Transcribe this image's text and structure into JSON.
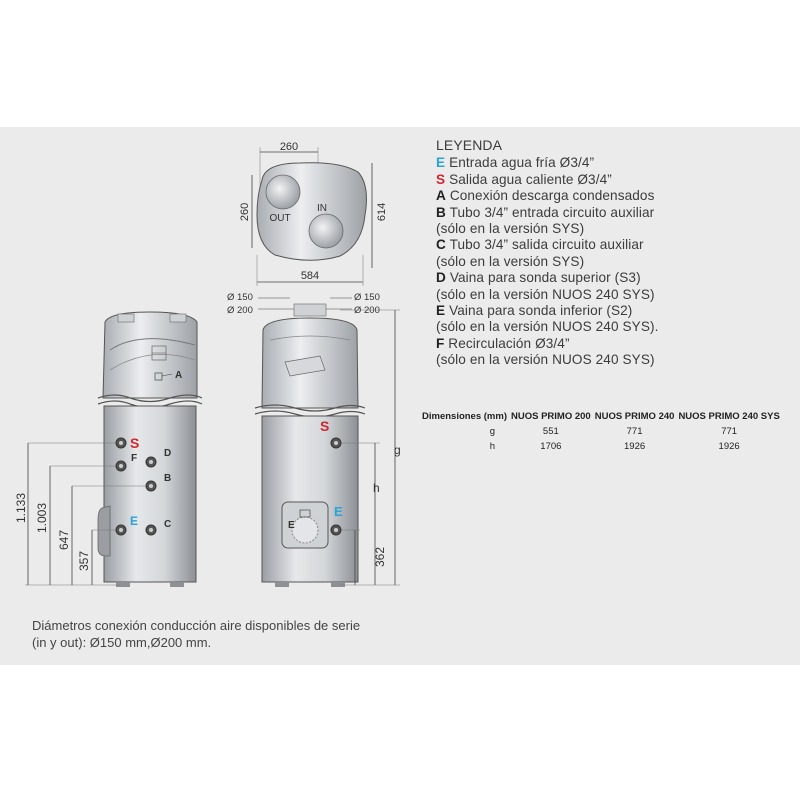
{
  "legend": {
    "title": "LEYENDA",
    "items": [
      {
        "letter": "E",
        "text": "Entrada agua fría Ø3/4”",
        "color": "#2aa4d8"
      },
      {
        "letter": "S",
        "text": "Salida agua caliente Ø3/4”",
        "color": "#d0262e"
      },
      {
        "letter": "A",
        "text": "Conexión descarga condensados"
      },
      {
        "letter": "B",
        "text": "Tubo 3/4” entrada circuito auxiliar"
      },
      {
        "letter": "",
        "text": "(sólo en la versión SYS)"
      },
      {
        "letter": "C",
        "text": "Tubo 3/4” salida circuito auxiliar"
      },
      {
        "letter": "",
        "text": "(sólo en la versión SYS)"
      },
      {
        "letter": "D",
        "text": "Vaina para sonda superior (S3)"
      },
      {
        "letter": "",
        "text": "(sólo en la versión NUOS 240 SYS)"
      },
      {
        "letter": "E",
        "text": "Vaina para sonda inferior (S2)"
      },
      {
        "letter": "",
        "text": "(sólo en la versión NUOS 240 SYS)."
      },
      {
        "letter": "F",
        "text": "Recirculación Ø3/4”"
      },
      {
        "letter": "",
        "text": "(sólo en la versión NUOS 240 SYS)"
      }
    ]
  },
  "table": {
    "header": [
      "Dimensiones (mm)",
      "NUOS PRIMO 200",
      "NUOS PRIMO 240",
      "NUOS PRIMO 240 SYS"
    ],
    "rows": [
      [
        "g",
        "551",
        "771",
        "771"
      ],
      [
        "h",
        "1706",
        "1926",
        "1926"
      ]
    ]
  },
  "footer": {
    "line1": "Diámetros conexión conducción aire disponibles de serie",
    "line2": "(in y out): Ø150 mm,Ø200 mm."
  },
  "top_view": {
    "dim_width": "260",
    "dim_height": "260",
    "dim_depth": "614",
    "dim_total": "584",
    "label_out": "OUT",
    "label_in": "IN"
  },
  "side_view": {
    "dims": [
      "1.133",
      "1.003",
      "647",
      "357"
    ],
    "labels": {
      "S": "S",
      "F": "F",
      "D": "D",
      "B": "B",
      "E": "E",
      "C": "C",
      "A": "A"
    }
  },
  "front_view": {
    "dia_left_1": "Ø 150",
    "dia_left_2": "Ø 200",
    "dia_right_1": "Ø 150",
    "dia_right_2": "Ø 200",
    "dim_g": "g",
    "dim_h": "h",
    "dim_362": "362",
    "labels": {
      "S": "S",
      "E": "E",
      "E_panel": "E"
    }
  },
  "colors": {
    "E": "#2aa4d8",
    "S": "#d0262e",
    "panel": "#ebebeb"
  }
}
